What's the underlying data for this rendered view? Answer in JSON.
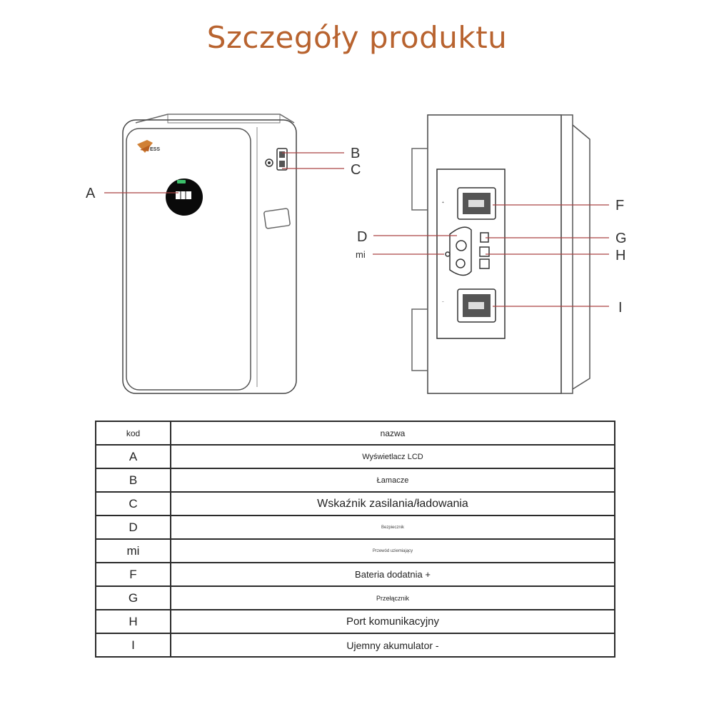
{
  "title": "Szczegóły produktu",
  "front_view": {
    "logo_text": "ESS"
  },
  "callouts": {
    "A": "A",
    "B": "B",
    "C": "C",
    "D": "D",
    "mi": "mi",
    "F": "F",
    "G": "G",
    "H": "H",
    "I": "I"
  },
  "table": {
    "header": {
      "kod": "kod",
      "nazwa": "nazwa"
    },
    "rows": [
      {
        "kod": "A",
        "nazwa": "Wyświetlacz LCD"
      },
      {
        "kod": "B",
        "nazwa": "Łamacze"
      },
      {
        "kod": "C",
        "nazwa": "Wskaźnik zasilania/ładowania"
      },
      {
        "kod": "D",
        "nazwa": "Bezpiecznik"
      },
      {
        "kod": "mi",
        "nazwa": "Przewód uziemiający"
      },
      {
        "kod": "F",
        "nazwa": "Bateria dodatnia +"
      },
      {
        "kod": "G",
        "nazwa": "Przełącznik"
      },
      {
        "kod": "H",
        "nazwa": "Port komunikacyjny"
      },
      {
        "kod": "I",
        "nazwa": "Ujemny akumulator -"
      }
    ]
  }
}
